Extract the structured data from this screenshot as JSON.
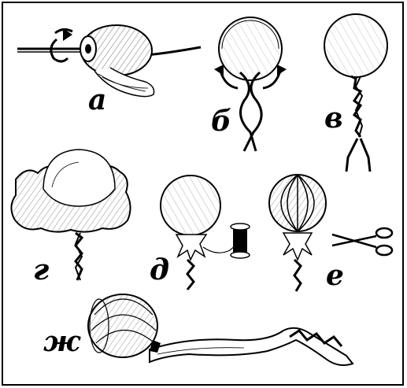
{
  "labels": {
    "a": "а",
    "b": "б",
    "v": "в",
    "g": "г",
    "d": "д",
    "e": "е",
    "zh": "ж"
  },
  "colors": {
    "ink": "#000000",
    "paper": "#ffffff"
  }
}
